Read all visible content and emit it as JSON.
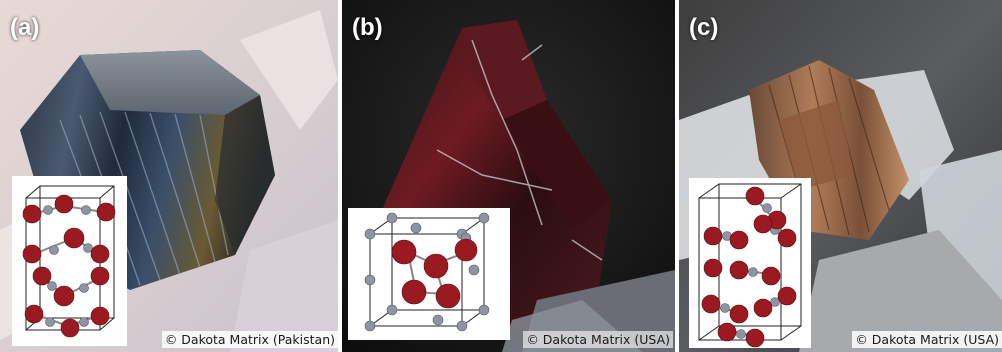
{
  "panels": [
    {
      "label": "(a)",
      "credit": "© Dakota Matrix (Pakistan)",
      "subject": "dark steel-blue hexagonal crystal on white matrix",
      "inset": "crystal-structure-model-tetragonal"
    },
    {
      "label": "(b)",
      "credit": "© Dakota Matrix (USA)",
      "subject": "dark red-black lustrous crystal on dark background",
      "inset": "crystal-structure-model-cubic"
    },
    {
      "label": "(c)",
      "credit": "© Dakota Matrix (USA)",
      "subject": "bronze-brown bladed crystals on clear quartz",
      "inset": "crystal-structure-model-orthorhombic"
    }
  ],
  "colors": {
    "oxygen_atom": "#9b1a22",
    "metal_atom": "#8d95a3",
    "cell_edge": "#222222"
  }
}
